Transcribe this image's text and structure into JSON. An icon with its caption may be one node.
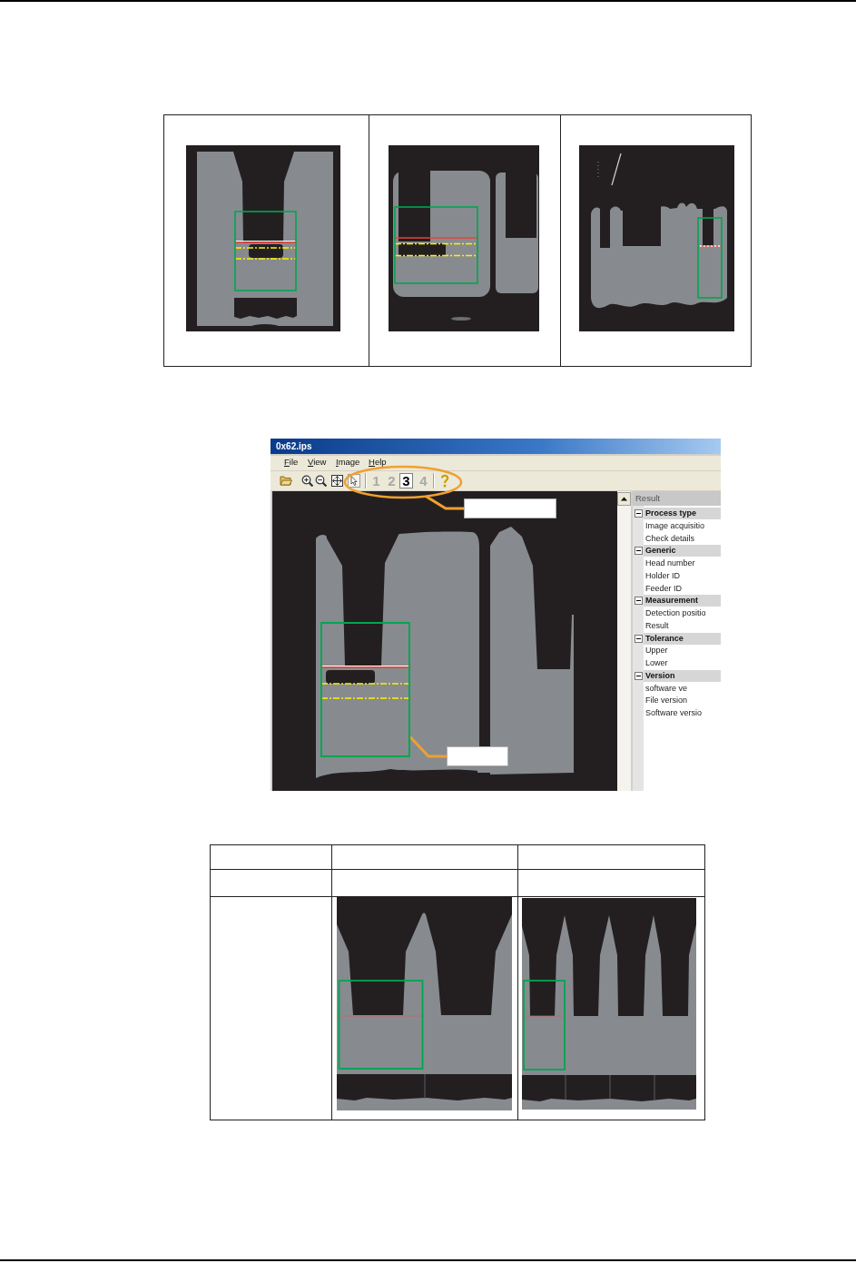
{
  "diagram": {
    "nodes": [
      {
        "text": [],
        "shape": "ellipse"
      },
      {
        "text": [],
        "shape": "box"
      },
      {
        "text": [],
        "shape": "box"
      },
      {
        "text": [],
        "shape": "box"
      }
    ],
    "edges": [
      {
        "from": 1,
        "to": 0,
        "arrow": "none"
      },
      {
        "from": 3,
        "to": 2,
        "arrow": "none"
      }
    ],
    "labels": [
      "0x62.ips",
      "File",
      "View",
      "Image",
      "Help",
      "1",
      "2",
      "3",
      "4",
      "Result",
      "Process type",
      "Image acquisitio",
      "Check details",
      "Generic",
      "Head number",
      "Holder ID",
      "Feeder ID",
      "Measurement",
      "Detection positio",
      "Result",
      "Tolerance",
      "Upper",
      "Lower",
      "Version",
      "software ve",
      "File version",
      "Software versio"
    ]
  }
}
